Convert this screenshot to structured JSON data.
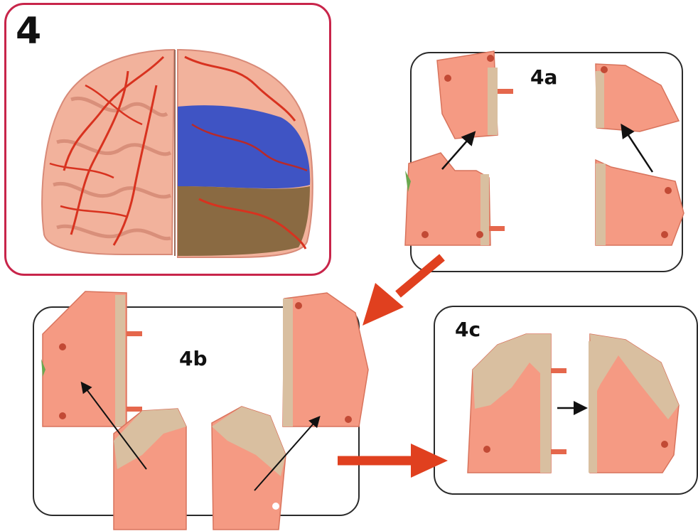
{
  "step": {
    "number": "4",
    "substeps": [
      "4a",
      "4b",
      "4c"
    ]
  },
  "colors": {
    "main_border": "#c8254a",
    "panel_border": "#2b2b2b",
    "brain_pink": "#f2b29c",
    "vessel_red": "#d8321f",
    "lobe_blue": "#3f54c4",
    "lobe_brown": "#8a6a42",
    "piece_salmon": "#f59a83",
    "piece_beige": "#d9bfa0",
    "flow_arrow": "#e0401f"
  }
}
